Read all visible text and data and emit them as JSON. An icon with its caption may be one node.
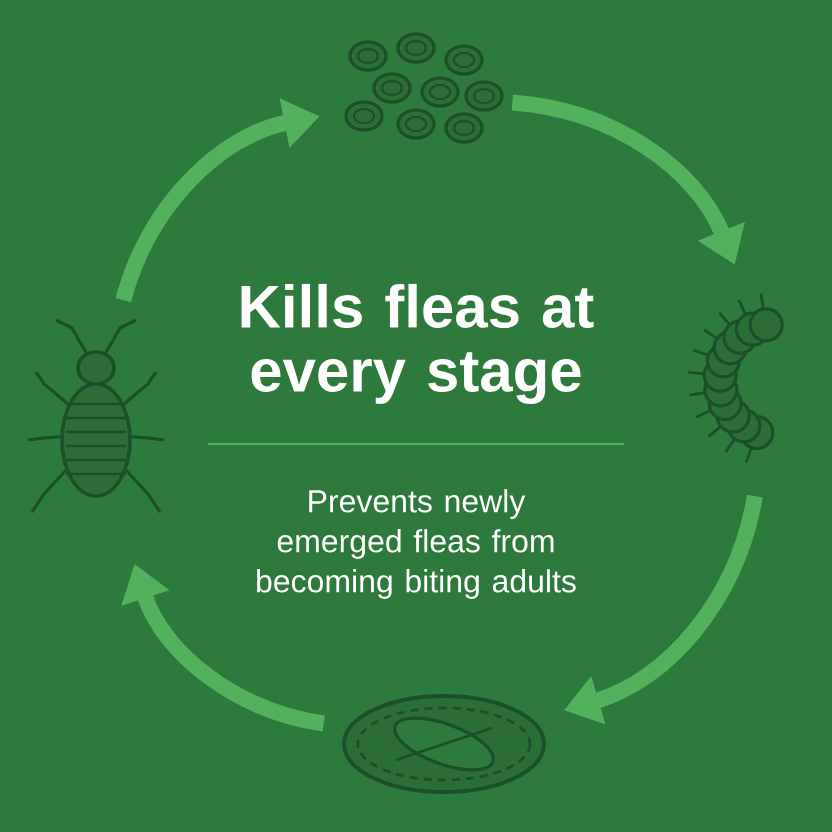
{
  "diagram": {
    "title": "Kills fleas at every stage",
    "nodes": [
      {
        "text": [],
        "shape": "picture"
      },
      {
        "text": [],
        "shape": "picture"
      },
      {
        "text": [],
        "shape": "picture"
      },
      {
        "text": [],
        "shape": "picture"
      }
    ],
    "edges": [
      {
        "from": 0,
        "to": 1,
        "arrow": "to"
      },
      {
        "from": 1,
        "to": 2,
        "arrow": "to"
      },
      {
        "from": 2,
        "to": 3,
        "arrow": "to"
      },
      {
        "from": 3,
        "to": 0,
        "arrow": "to"
      }
    ],
    "labels": [
      "Prevents newly emerged fleas from becoming biting adults"
    ]
  }
}
